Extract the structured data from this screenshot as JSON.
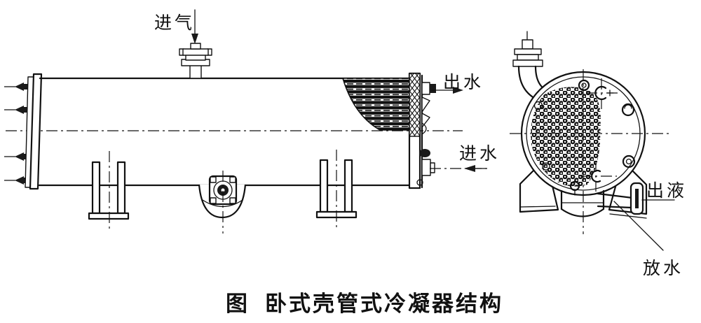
{
  "caption": {
    "prefix": "图",
    "title": "卧式壳管式冷凝器结构"
  },
  "labels": {
    "gas_inlet": "进气",
    "water_outlet": "出水",
    "water_inlet": "进水",
    "liquid_outlet": "出液",
    "water_drain": "放水"
  },
  "colors": {
    "ink": "#111111",
    "paper": "#ffffff"
  }
}
